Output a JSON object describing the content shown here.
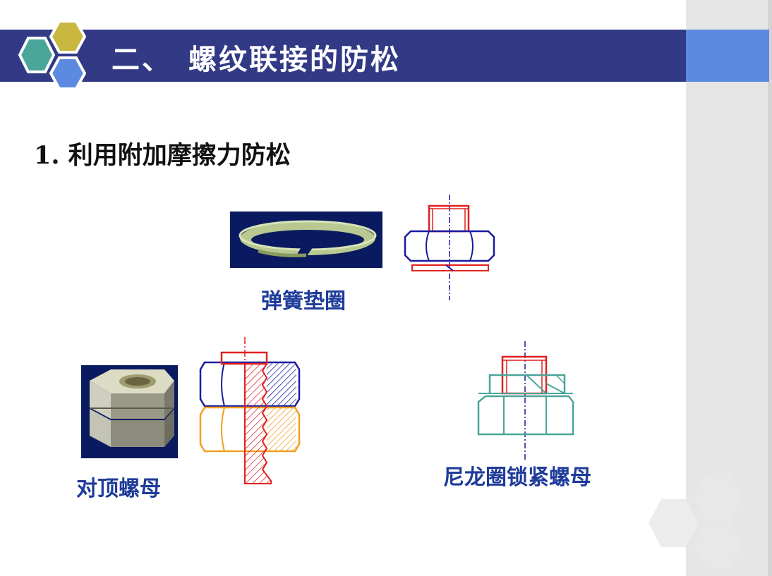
{
  "slide": {
    "title": "二、　螺纹联接的防松",
    "subtitle": "1. 利用附加摩擦力防松"
  },
  "figures": {
    "spring_washer": {
      "caption": "弹簧垫圈"
    },
    "double_nut": {
      "caption": "对顶螺母"
    },
    "nylon_nut": {
      "caption": "尼龙圈锁紧螺母"
    }
  },
  "colors": {
    "title_bar": "#323a86",
    "title_accent": "#5b8ae0",
    "caption_text": "#1f3b9a",
    "bolt_red": "#e02020",
    "nut_blue": "#1a1aa0",
    "nut_orange": "#f0a020",
    "nylon_teal": "#4aa59a"
  }
}
